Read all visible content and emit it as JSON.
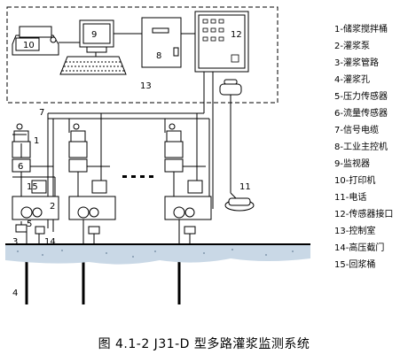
{
  "diagram": {
    "labels": {
      "printer": "10",
      "monitor": "9",
      "controller": "8",
      "sensor_interface": "12",
      "control_room": "13",
      "signal_cable": "7",
      "phone": "11",
      "tank": "1",
      "pump": "2",
      "pipe": "3",
      "hole": "4",
      "return_tank": "15",
      "pressure_sensor": "5",
      "flow_sensor": "6",
      "valve": "14"
    }
  },
  "legend": [
    "1-储浆搅拌桶",
    "2-灌浆泵",
    "3-灌浆管路",
    "4-灌浆孔",
    "5-压力传感器",
    "6-流量传感器",
    "7-信号电缆",
    "8-工业主控机",
    "9-监视器",
    "10-打印机",
    "11-电话",
    "12-传感器接口",
    "13-控制室",
    "14-高压截门",
    "15-回浆桶"
  ],
  "caption": "图 4.1-2     J31-D 型多路灌浆监测系统"
}
